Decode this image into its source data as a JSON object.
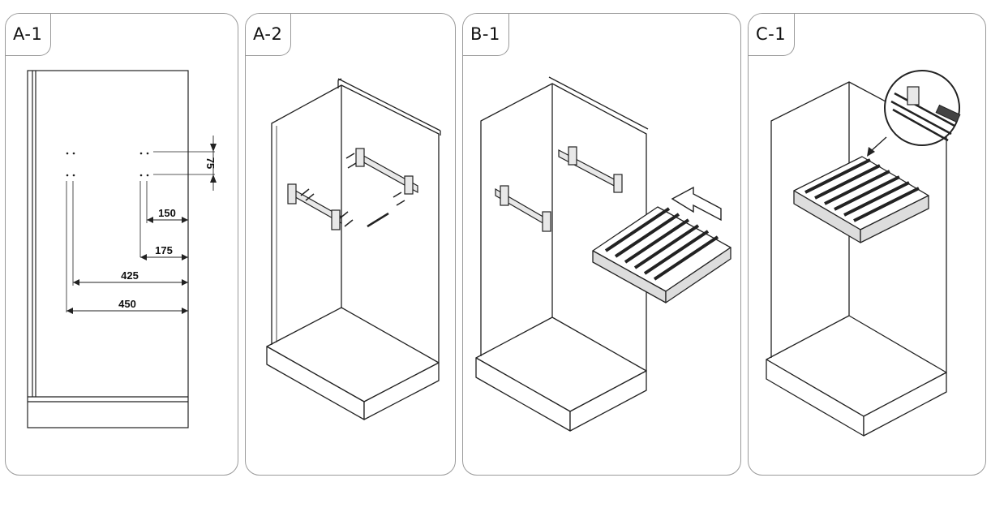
{
  "panels": [
    {
      "label": "A-1"
    },
    {
      "label": "A-2"
    },
    {
      "label": "B-1"
    },
    {
      "label": "C-1"
    }
  ],
  "dimensions": {
    "d75": "75",
    "d150": "150",
    "d175": "175",
    "d425": "425",
    "d450": "450"
  }
}
